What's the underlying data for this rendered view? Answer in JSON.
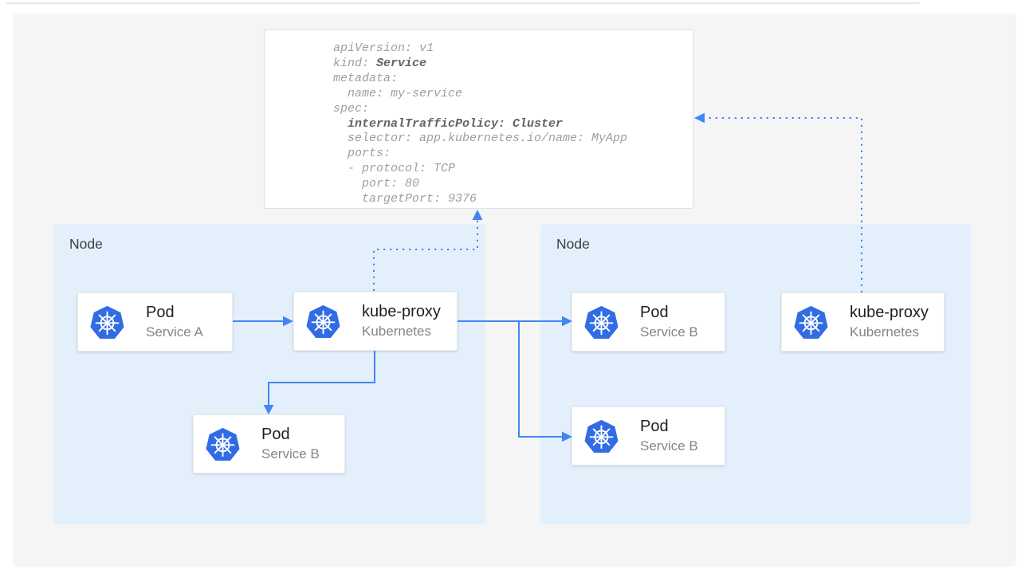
{
  "yaml": {
    "l1": "apiVersion: v1",
    "l2a": "kind: ",
    "l2b": "Service",
    "l3": "metadata:",
    "l4": "  name: my-service",
    "l5": "spec:",
    "l6a": "  ",
    "l6b": "internalTrafficPolicy: Cluster",
    "l7": "  selector: app.kubernetes.io/name: MyApp",
    "l8": "  ports:",
    "l9": "  - protocol: TCP",
    "l10": "    port: 80",
    "l11": "    targetPort: 9376"
  },
  "nodes": {
    "left_label": "Node",
    "right_label": "Node"
  },
  "cards": {
    "pod_a": {
      "title": "Pod",
      "subtitle": "Service A"
    },
    "kube_proxy_left": {
      "title": "kube-proxy",
      "subtitle": "Kubernetes"
    },
    "pod_b_left": {
      "title": "Pod",
      "subtitle": "Service B"
    },
    "pod_b_right_top": {
      "title": "Pod",
      "subtitle": "Service B"
    },
    "pod_b_right_bot": {
      "title": "Pod",
      "subtitle": "Service B"
    },
    "kube_proxy_right": {
      "title": "kube-proxy",
      "subtitle": "Kubernetes"
    }
  },
  "icons": {
    "kubernetes_logo": "kubernetes-helm-wheel"
  },
  "colors": {
    "kubernetes_blue": "#326ce5",
    "arrow_blue": "#4285f4",
    "node_background": "#e3f0fb",
    "panel_background": "#f5f5f6",
    "code_text": "#9e9e9e",
    "code_bold_text": "#5f6368",
    "card_title": "#212121",
    "card_subtitle": "#80868b",
    "node_label": "#3c4043"
  }
}
